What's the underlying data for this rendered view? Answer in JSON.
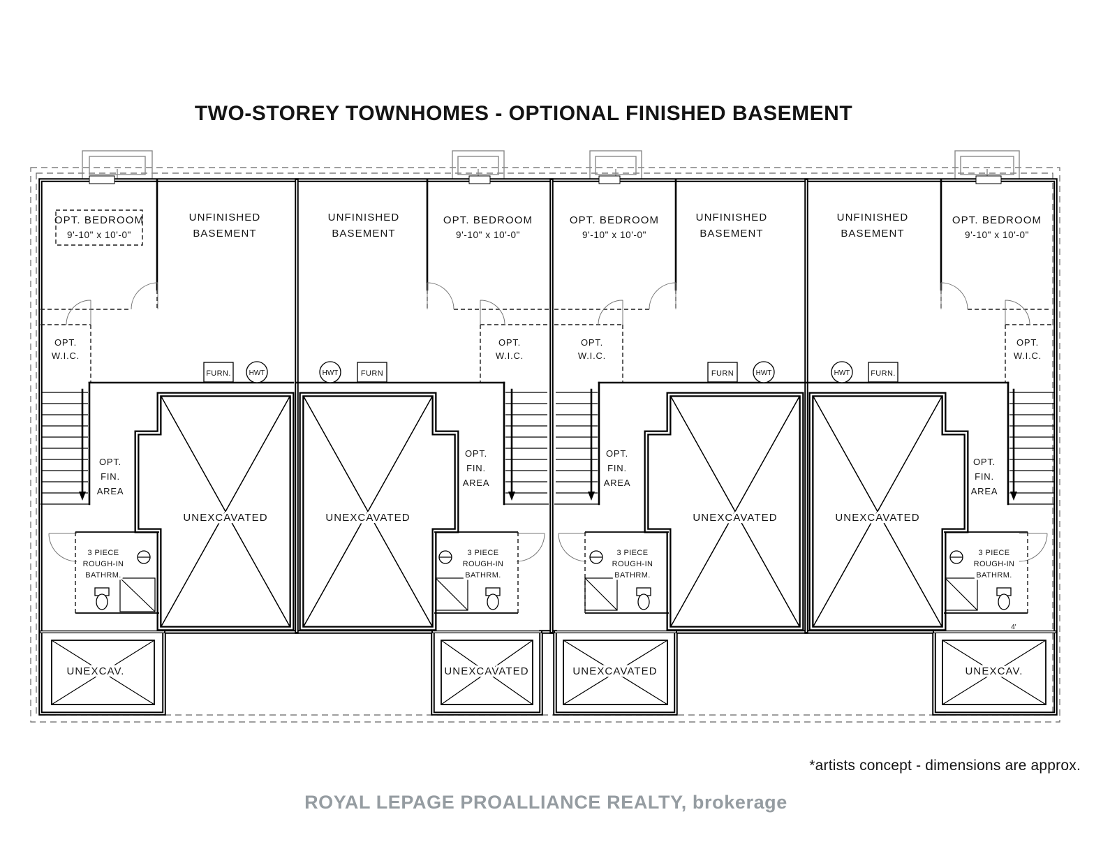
{
  "page": {
    "title": "TWO-STOREY TOWNHOMES  - OPTIONAL FINISHED BASEMENT",
    "disclaimer": "*artists concept - dimensions are approx.",
    "watermark": "ROYAL LEPAGE PROALLIANCE REALTY, brokerage"
  },
  "labels": {
    "opt_bedroom": "OPT. BEDROOM",
    "bedroom_dims": "9'-10\" x 10'-0\"",
    "unfinished": "UNFINISHED",
    "basement": "BASEMENT",
    "opt": "OPT.",
    "wic": "W.I.C.",
    "fin": "FIN.",
    "area": "AREA",
    "furn": "FURN.",
    "furn_alt": "FURN",
    "hwt": "HWT",
    "unexcavated": "UNEXCAVATED",
    "unexcav": "UNEXCAV.",
    "three_piece": "3 PIECE",
    "rough_in": "ROUGH-IN",
    "bathrm": "BATHRM.",
    "dim_small": "4'"
  }
}
